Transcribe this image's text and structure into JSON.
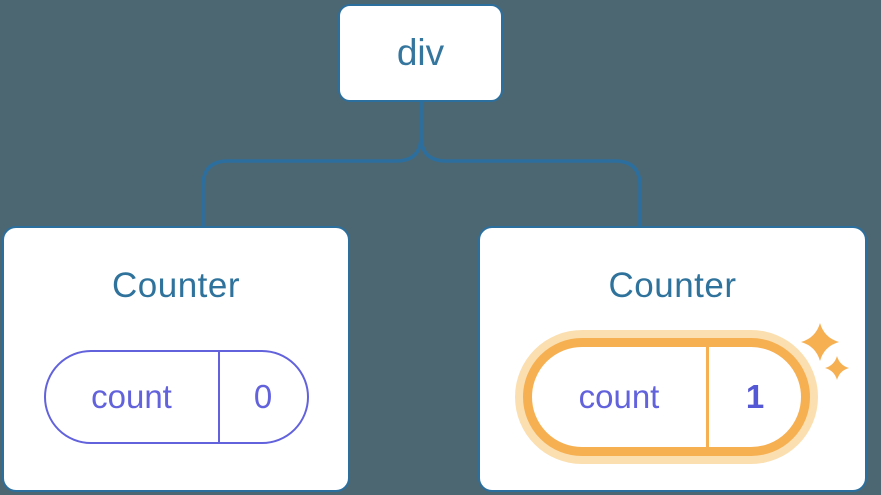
{
  "diagram": {
    "description": "Component tree diagram with a root div and two Counter children holding isolated state",
    "background_color": "#4D6772",
    "root_node": {
      "label": "div"
    },
    "children": [
      {
        "title": "Counter",
        "state": {
          "key": "count",
          "value": "0"
        },
        "highlighted": false
      },
      {
        "title": "Counter",
        "state": {
          "key": "count",
          "value": "1"
        },
        "highlighted": true
      }
    ],
    "icons": {
      "sparkle": {
        "name": "sparkle-icon",
        "glyph": "✦",
        "color": "#F6B052"
      }
    },
    "colors": {
      "node_border_blue": "#2B6F9E",
      "node_text_blue": "#35769E",
      "title_text_blue": "#2F739C",
      "connector_blue": "#2C6F9E",
      "state_purple": "#6262DC",
      "state_value_bold_purple": "#5458D4",
      "highlight_orange": "#F6B052",
      "highlight_halo_orange": "#FBDFB0",
      "card_background": "#FFFFFF"
    }
  }
}
